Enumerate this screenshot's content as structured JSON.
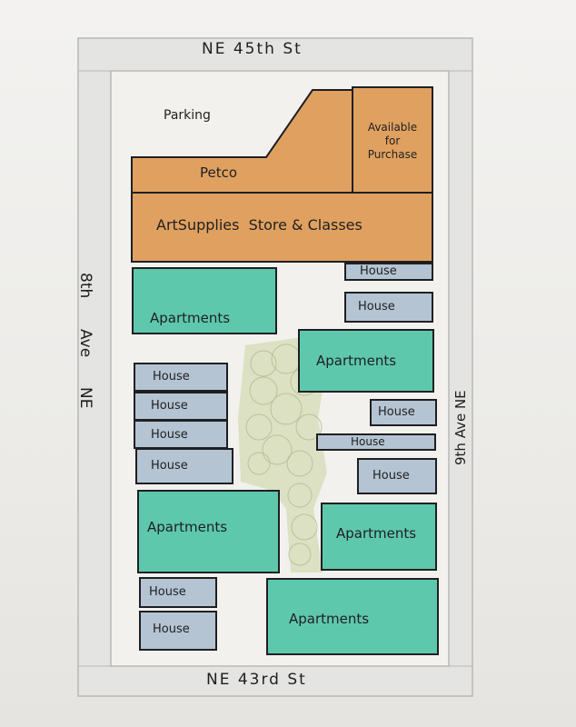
{
  "streets": {
    "north": "NE 45th St",
    "south": "NE 43rd St",
    "west": "8th Ave NE",
    "west_lines": [
      "8th",
      "Ave",
      "NE"
    ],
    "east": "9th Ave NE"
  },
  "parking": "Parking",
  "buildings": {
    "petco": "Petco",
    "available_lines": [
      "Available",
      "for",
      "Purchase"
    ],
    "art_supplies": "ArtSupplies  Store & Classes",
    "apartments": "Apartments",
    "house": "House"
  },
  "colors": {
    "orange": "#e0a160",
    "teal": "#5ec8ad",
    "blue_gray": "#b4c4d2",
    "green_scribble": "#c7cfa6",
    "road_border": "#c9c9c9",
    "ink": "#1f1f22"
  }
}
